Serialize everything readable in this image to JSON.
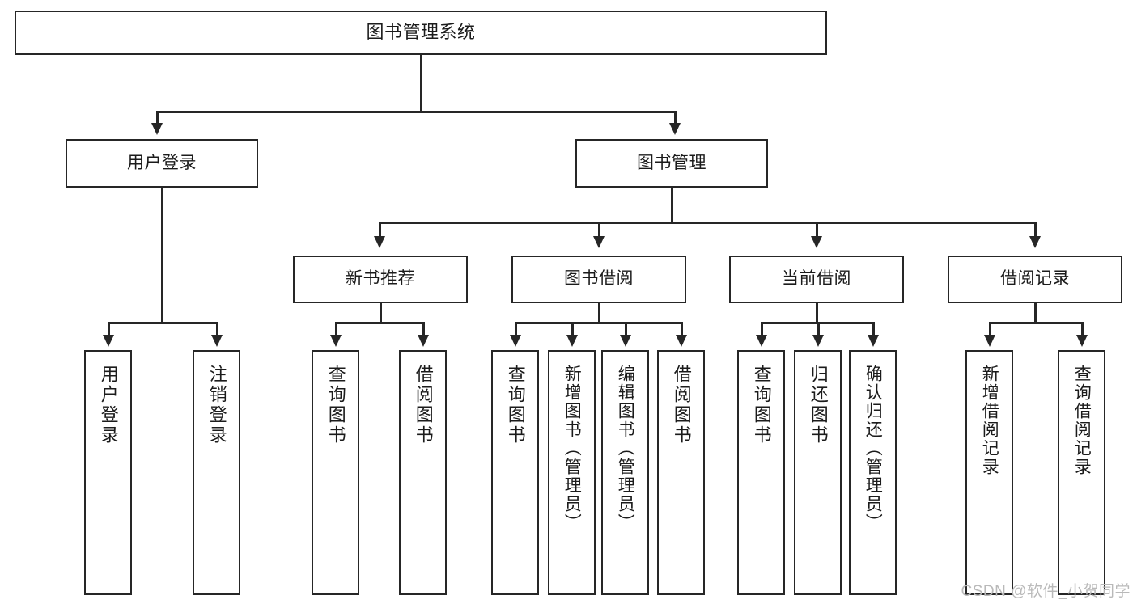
{
  "diagram": {
    "title": "图书管理系统",
    "type": "tree",
    "root": {
      "label": "图书管理系统"
    },
    "level2": [
      {
        "label": "用户登录"
      },
      {
        "label": "图书管理"
      }
    ],
    "level3": [
      {
        "label": "新书推荐"
      },
      {
        "label": "图书借阅"
      },
      {
        "label": "当前借阅"
      },
      {
        "label": "借阅记录"
      }
    ],
    "leaves": {
      "user_login": [
        {
          "label": "用户登录"
        },
        {
          "label": "注销登录"
        }
      ],
      "new_book_recommend": [
        {
          "label": "查询图书"
        },
        {
          "label": "借阅图书"
        }
      ],
      "book_borrow": [
        {
          "label": "查询图书"
        },
        {
          "label": "新增图书（管理员）"
        },
        {
          "label": "编辑图书（管理员）"
        },
        {
          "label": "借阅图书"
        }
      ],
      "current_borrow": [
        {
          "label": "查询图书"
        },
        {
          "label": "归还图书"
        },
        {
          "label": "确认归还（管理员）"
        }
      ],
      "borrow_record": [
        {
          "label": "新增借阅记录"
        },
        {
          "label": "查询借阅记录"
        }
      ]
    }
  },
  "watermark": {
    "text": "CSDN @软件_小贺同学"
  },
  "colors": {
    "stroke": "#262626",
    "fill": "#ffffff",
    "text": "#1b1b1b",
    "watermark": "#b9b9b9"
  }
}
